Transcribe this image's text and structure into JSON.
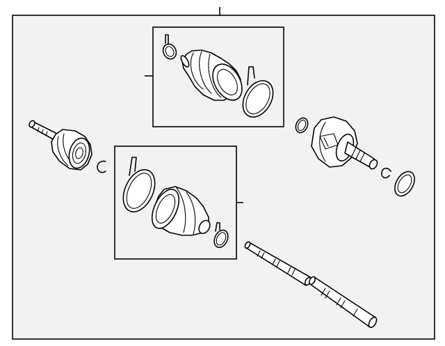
{
  "diagram": {
    "colors": {
      "background": "#f2f2f2",
      "page": "#ffffff",
      "line": "#000000",
      "part_fill": "#ffffff"
    },
    "parts": [
      "axle-assembly",
      "outer-boot-kit",
      "inner-boot-kit",
      "outer-cv-joint",
      "inner-cv-joint",
      "outer-snap-ring",
      "inner-snap-ring",
      "o-ring",
      "circlip",
      "dust-seal",
      "intermediate-shaft"
    ]
  }
}
